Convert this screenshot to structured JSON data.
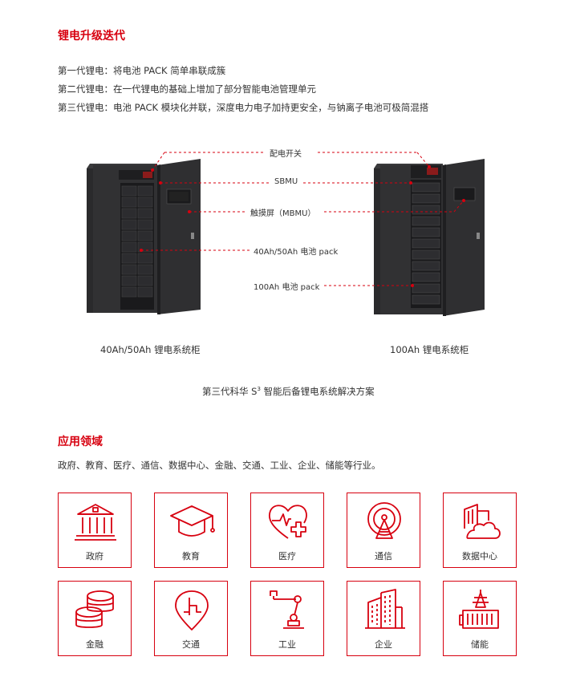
{
  "section1": {
    "title": "锂电升级迭代",
    "lines": [
      "第一代锂电：将电池 PACK 简单串联成簇",
      "第二代锂电：在一代锂电的基础上增加了部分智能电池管理单元",
      "第三代锂电：电池 PACK 模块化并联，深度电力电子加持更安全，与钠离子电池可极简混搭"
    ]
  },
  "figure": {
    "callouts": [
      "配电开关",
      "SBMU",
      "触摸屏（MBMU）",
      "40Ah/50Ah 电池 pack",
      "100Ah 电池 pack"
    ],
    "left_caption": "40Ah/50Ah 锂电系统柜",
    "right_caption": "100Ah 锂电系统柜",
    "main_caption_prefix": "第三代科华 S",
    "main_caption_sup": "3",
    "main_caption_suffix": " 智能后备锂电系统解决方案"
  },
  "section2": {
    "title": "应用领域",
    "description": "政府、教育、医疗、通信、数据中心、金融、交通、工业、企业、储能等行业。",
    "tiles": [
      {
        "label": "政府",
        "icon": "government-building-icon"
      },
      {
        "label": "教育",
        "icon": "graduation-cap-icon"
      },
      {
        "label": "医疗",
        "icon": "heart-cross-icon"
      },
      {
        "label": "通信",
        "icon": "signal-tower-icon"
      },
      {
        "label": "数据中心",
        "icon": "cloud-building-icon"
      },
      {
        "label": "金融",
        "icon": "coin-stack-icon"
      },
      {
        "label": "交通",
        "icon": "map-pin-road-icon"
      },
      {
        "label": "工业",
        "icon": "robot-arm-icon"
      },
      {
        "label": "企业",
        "icon": "office-tower-icon"
      },
      {
        "label": "储能",
        "icon": "energy-storage-icon"
      }
    ]
  },
  "colors": {
    "accent": "#d7000f",
    "cabinet": "#2b2b2d"
  }
}
